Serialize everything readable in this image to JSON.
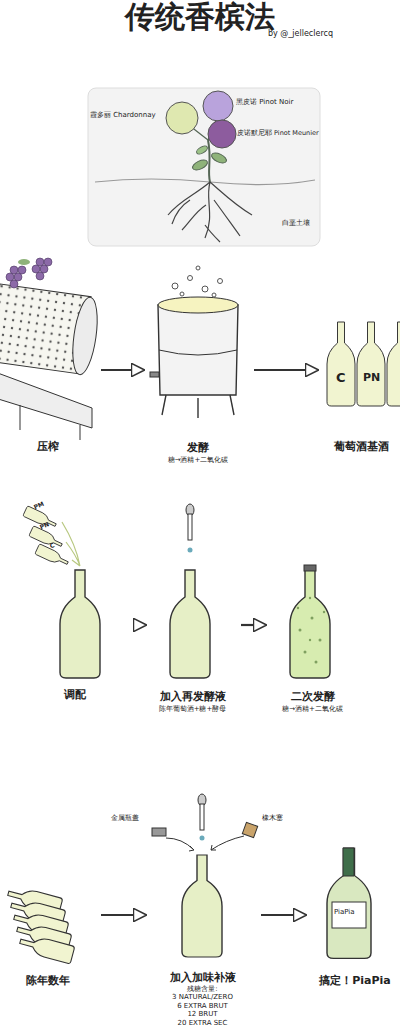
{
  "diagram": {
    "title": "传统香槟法",
    "nodes": [
      {
        "text": [
          "压榨"
        ]
      },
      {
        "text": [
          "发酵",
          "糖→酒精+二氧化碳"
        ]
      },
      {
        "text": [
          "葡萄酒基酒"
        ]
      },
      {
        "text": [
          "调配"
        ]
      },
      {
        "text": [
          "加入再发酵液",
          "陈年葡萄酒+糖+酵母"
        ]
      },
      {
        "text": [
          "二次发酵",
          "糖→酒精+二氧化碳"
        ]
      },
      {
        "text": [
          "陈年数年"
        ]
      },
      {
        "text": [
          "加入加味补液",
          "残糖含量:",
          "3 NATURAL/ZERO",
          "6 EXTRA BRUT",
          "12 BRUT",
          "20 EXTRA SEC"
        ]
      },
      {
        "text": [
          "搞定！PiaPia"
        ]
      }
    ],
    "edges": [
      {
        "from": 0,
        "to": 1,
        "arrow": "to"
      },
      {
        "from": 1,
        "to": 2,
        "arrow": "to"
      },
      {
        "from": 3,
        "to": 4,
        "arrow": "to"
      },
      {
        "from": 4,
        "to": 5,
        "arrow": "to"
      },
      {
        "from": 6,
        "to": 7,
        "arrow": "to"
      },
      {
        "from": 7,
        "to": 8,
        "arrow": "to"
      }
    ],
    "labels": [
      "by @_jelleclercq",
      "霞多丽 Chardonnay",
      "黑皮诺 Pinot Noir",
      "皮诺默尼耶 Pinot Meunier",
      "白垩土壤",
      "C",
      "PN",
      "PM",
      "PN",
      "C",
      "金属瓶盖",
      "橡木塞",
      "PiaPia"
    ]
  }
}
